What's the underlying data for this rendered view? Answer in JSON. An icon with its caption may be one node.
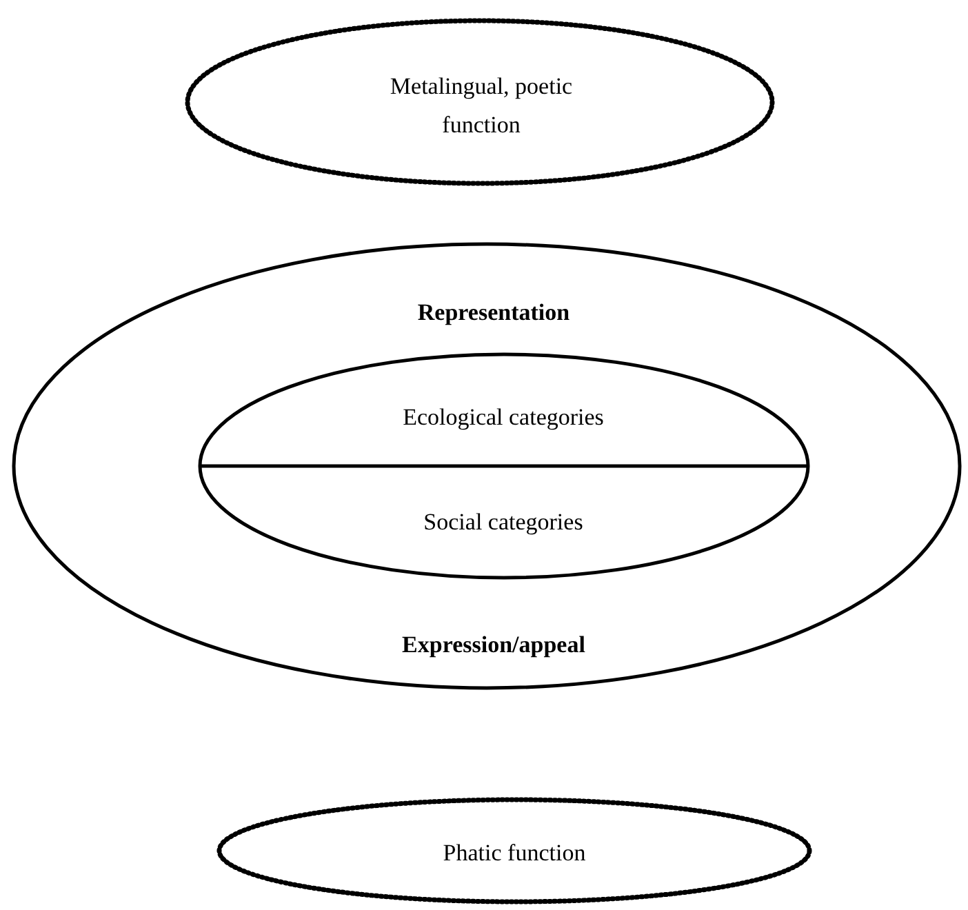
{
  "diagram": {
    "nodes": [
      {
        "text": [
          "Metalingual, poetic function"
        ]
      },
      {
        "text": [
          "Representation",
          "Expression/appeal"
        ]
      },
      {
        "text": [
          "Ecological categories",
          "Social categories"
        ],
        "in": 1
      },
      {
        "text": [
          "Phatic function"
        ]
      }
    ]
  }
}
